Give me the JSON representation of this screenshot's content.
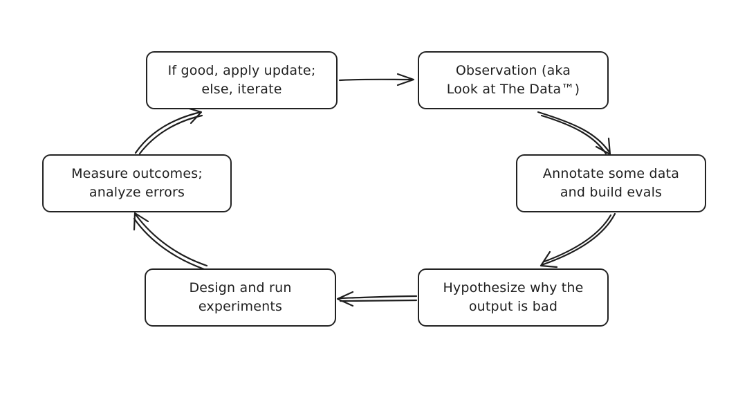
{
  "diagram": {
    "nodes": [
      {
        "id": "apply_update",
        "lines": [
          "If good, apply update;",
          "else, iterate"
        ]
      },
      {
        "id": "observation",
        "lines": [
          "Observation (aka",
          "Look at The Data™)"
        ]
      },
      {
        "id": "annotate",
        "lines": [
          "Annotate some data",
          "and build evals"
        ]
      },
      {
        "id": "hypothesize",
        "lines": [
          "Hypothesize why the",
          "output is bad"
        ]
      },
      {
        "id": "experiments",
        "lines": [
          "Design and run",
          "experiments"
        ]
      },
      {
        "id": "measure",
        "lines": [
          "Measure outcomes;",
          "analyze errors"
        ]
      }
    ],
    "edges": [
      {
        "from": "apply_update",
        "to": "observation"
      },
      {
        "from": "observation",
        "to": "annotate"
      },
      {
        "from": "annotate",
        "to": "hypothesize"
      },
      {
        "from": "hypothesize",
        "to": "experiments"
      },
      {
        "from": "experiments",
        "to": "measure"
      },
      {
        "from": "measure",
        "to": "apply_update"
      }
    ],
    "colors": {
      "stroke": "#1e1e1e",
      "background": "#ffffff"
    }
  }
}
